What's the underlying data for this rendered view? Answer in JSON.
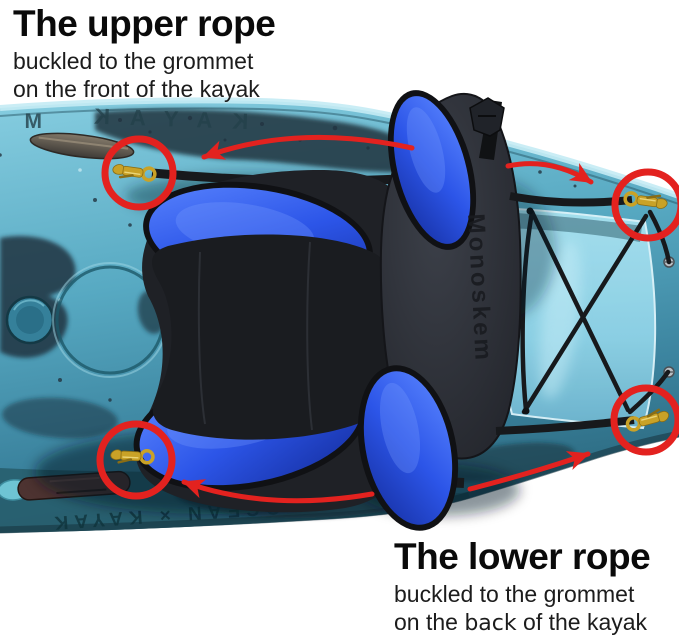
{
  "annotations": {
    "accent_color": "#e3221f",
    "upper": {
      "title": "The upper rope",
      "line1": "buckled to the grommet",
      "line2": "on the front of the kayak"
    },
    "lower": {
      "title": "The lower rope",
      "line1": "buckled to the grommet",
      "line2_prefix": "on the ",
      "line2_emphasis": "back",
      "line2_suffix": " of the kayak"
    }
  },
  "photo": {
    "description": "Top-down photo of a teal camo sit-on-top kayak with a black and blue padded seat; four brass snap hooks clipped to deck grommets are circled in red with arrows",
    "molded_text_bow_partial": "M",
    "molded_text_bow": "KAYAK",
    "molded_text_stern": "OCEAN × KAYAK",
    "seat_embossed_text": "Monoskem",
    "colors": {
      "kayak_teal": "#4e9fb8",
      "kayak_light": "#9adcec",
      "seat_black": "#26282d",
      "cushion_blue": "#2c55e8",
      "hook_brass": "#c9a227",
      "strap_black": "#17191c"
    }
  }
}
